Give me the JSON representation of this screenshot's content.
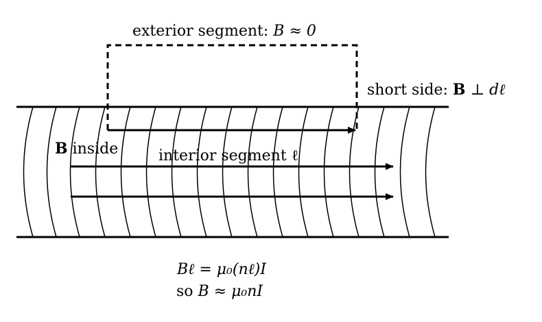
{
  "labels": {
    "exterior_prefix": "exterior segment: ",
    "exterior_math": "B ≈ 0",
    "short_side_prefix": "short side: ",
    "short_side_B": "B",
    "short_side_rest": " ⊥ dℓ",
    "B_inside_B": "B",
    "B_inside_rest": " inside",
    "interior": "interior segment ℓ",
    "equation_1": "Bℓ = μ₀(nℓ)I",
    "equation_2_prefix": "so ",
    "equation_2_math": "B ≈ μ₀nI"
  },
  "colors": {
    "ink": "#000000",
    "background": "#ffffff"
  }
}
